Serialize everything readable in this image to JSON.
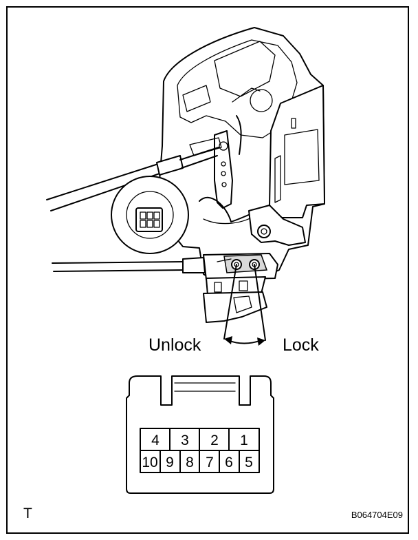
{
  "labels": {
    "unlock": "Unlock",
    "lock": "Lock",
    "corner_mark": "T",
    "figure_code": "B064704E09"
  },
  "connector": {
    "top_row": [
      "4",
      "3",
      "2",
      "1"
    ],
    "bottom_row": [
      "10",
      "9",
      "8",
      "7",
      "6",
      "5"
    ]
  },
  "colors": {
    "line": "#000000",
    "background": "#ffffff",
    "shade": "#d9d9d9"
  }
}
